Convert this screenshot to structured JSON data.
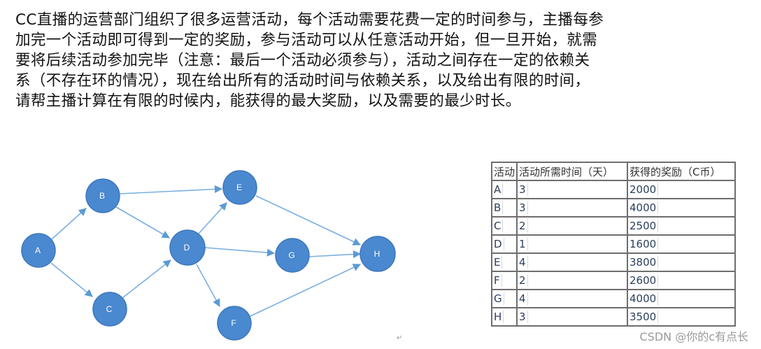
{
  "problem": {
    "lines": [
      "CC直播的运营部门组织了很多运营活动，每个活动需要花费一定的时间参与，主播每参",
      "加完一个活动即可得到一定的奖励，参与活动可以从任意活动开始，但一旦开始，就需",
      "要将后续活动参加完毕（注意：最后一个活动必须参与），活动之间存在一定的依赖关",
      "系（不存在环的情况），现在给出所有的活动时间与依赖关系，以及给出有限的时间，",
      "请帮主播计算在有限的时候内，能获得的最大奖励，以及需要的最少时长。"
    ]
  },
  "graph": {
    "node_color": "#4a88cf",
    "edge_color": "#5b9bd5",
    "nodes": [
      {
        "id": "A",
        "label": "A"
      },
      {
        "id": "B",
        "label": "B"
      },
      {
        "id": "C",
        "label": "C"
      },
      {
        "id": "D",
        "label": "D"
      },
      {
        "id": "E",
        "label": "E"
      },
      {
        "id": "F",
        "label": "F"
      },
      {
        "id": "G",
        "label": "G"
      },
      {
        "id": "H",
        "label": "H"
      }
    ],
    "edges": [
      [
        "A",
        "B"
      ],
      [
        "A",
        "C"
      ],
      [
        "B",
        "E"
      ],
      [
        "B",
        "D"
      ],
      [
        "C",
        "D"
      ],
      [
        "D",
        "E"
      ],
      [
        "D",
        "G"
      ],
      [
        "D",
        "F"
      ],
      [
        "E",
        "H"
      ],
      [
        "G",
        "H"
      ],
      [
        "F",
        "H"
      ]
    ],
    "return_mark": "↵"
  },
  "table": {
    "headers": [
      "活动",
      "活动所需时间（天）",
      "获得的奖励（C币）"
    ],
    "rows": [
      [
        "A",
        "3",
        "2000"
      ],
      [
        "B",
        "3",
        "4000"
      ],
      [
        "C",
        "2",
        "2500"
      ],
      [
        "D",
        "1",
        "1600"
      ],
      [
        "E",
        "4",
        "3800"
      ],
      [
        "F",
        "2",
        "2600"
      ],
      [
        "G",
        "4",
        "4000"
      ],
      [
        "H",
        "3",
        "3500"
      ]
    ]
  },
  "watermark": "CSDN @你的c有点长"
}
